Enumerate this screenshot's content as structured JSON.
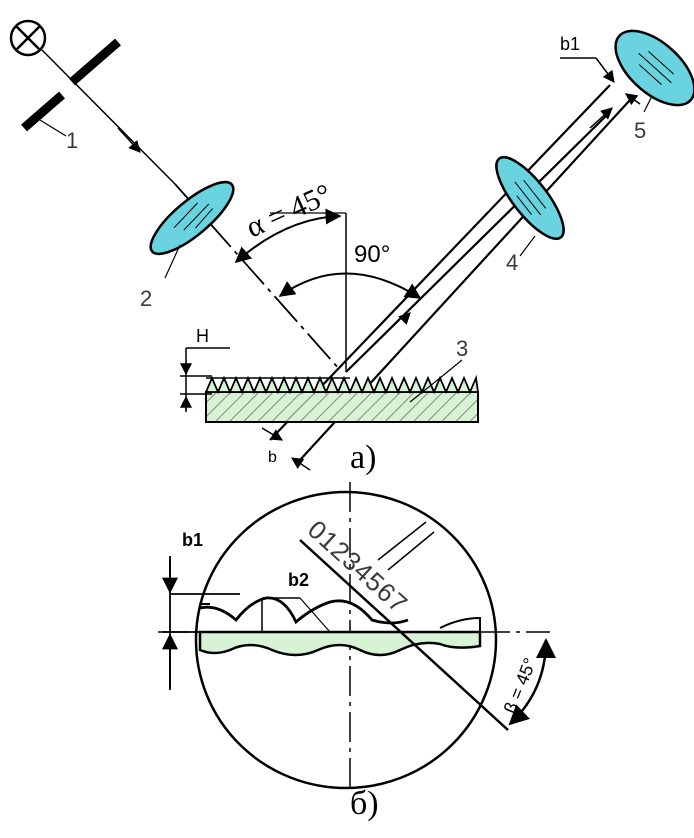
{
  "labels": {
    "source": "1",
    "lens_left": "2",
    "sample": "3",
    "lens_mid": "4",
    "eyepiece": "5",
    "alpha": "α = 45°",
    "right_angle": "90°",
    "height": "H",
    "beam_width": "b",
    "beam_width_image": "b1",
    "fig_a": "а)",
    "fig_b": "б)",
    "b1": "b1",
    "b2": "b2",
    "scale": "01234567",
    "beta": "β = 45°"
  },
  "colors": {
    "lens_fill": "#6ad3e0",
    "profile_fill": "#d8f2d6",
    "line": "#000000"
  }
}
